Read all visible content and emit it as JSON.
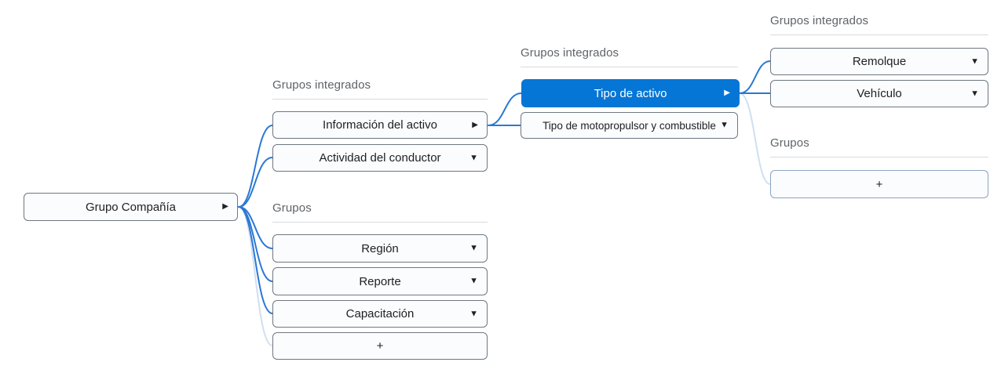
{
  "colors": {
    "selected_blue": "#0676d6",
    "connector_blue": "#2a78d4",
    "connector_faded": "#cfdff2",
    "node_border": "#6f7781",
    "node_background": "#fbfcfe",
    "header_text": "#5f6368",
    "node_text": "#202124",
    "divider": "#d7dadd"
  },
  "icons": {
    "expand_icon": "▶",
    "dropdown_icon": "▼"
  },
  "root": {
    "label": "Grupo Compañía"
  },
  "level2": {
    "integrated_header": "Grupos integrados",
    "integrated_items": [
      {
        "label": "Información del activo"
      },
      {
        "label": "Actividad del conductor"
      }
    ],
    "groups_header": "Grupos",
    "group_items": [
      {
        "label": "Región"
      },
      {
        "label": "Reporte"
      },
      {
        "label": "Capacitación"
      }
    ],
    "add_button_label": "+"
  },
  "level3": {
    "integrated_header": "Grupos integrados",
    "selected_item": {
      "label": "Tipo de activo"
    },
    "items": [
      {
        "label": "Tipo de motopropulsor y combustible"
      }
    ]
  },
  "level4": {
    "integrated_header": "Grupos integrados",
    "integrated_items": [
      {
        "label": "Remolque"
      },
      {
        "label": "Vehículo"
      }
    ],
    "groups_header": "Grupos",
    "add_button_label": "+"
  }
}
